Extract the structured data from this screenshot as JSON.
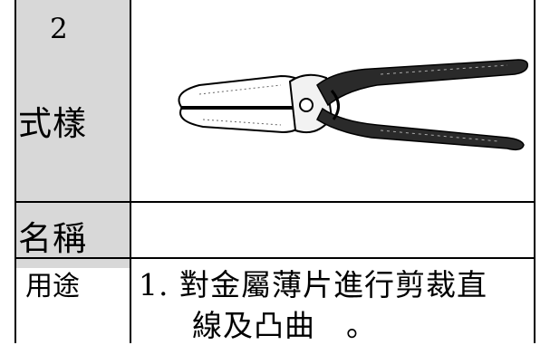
{
  "item": {
    "number": "2",
    "style_label": "式樣",
    "name_label": "名稱",
    "name_value": "",
    "usage_label": "用途",
    "usage_line_1": "1.  對金屬薄片進行剪裁直",
    "usage_line_2": "線及凸曲　。"
  },
  "illustration": {
    "icon": "tin-snips-icon"
  }
}
